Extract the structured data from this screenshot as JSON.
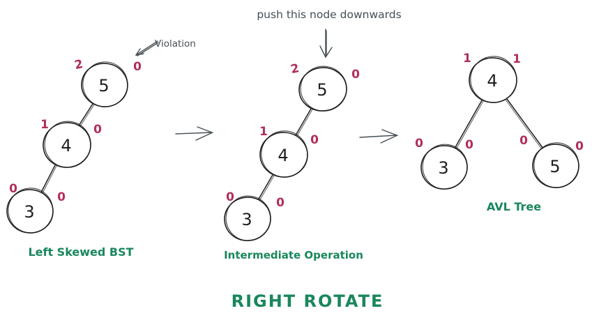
{
  "diagram": {
    "title": "RIGHT ROTATE",
    "annotations": {
      "push_down": "push this node downwards",
      "violation": "Violation"
    },
    "colors": {
      "node_ink": "#1f1f1f",
      "height_red": "#b02e5a",
      "label_green": "#19875c",
      "annotation_gray": "#454f55"
    },
    "trees": [
      {
        "label": "Left Skewed BST",
        "nodes": [
          {
            "value": "5",
            "left_height": "2",
            "right_height": "0"
          },
          {
            "value": "4",
            "left_height": "1",
            "right_height": "0"
          },
          {
            "value": "3",
            "left_height": "0",
            "right_height": "0"
          }
        ]
      },
      {
        "label": "Intermediate Operation",
        "nodes": [
          {
            "value": "5",
            "left_height": "2",
            "right_height": "0"
          },
          {
            "value": "4",
            "left_height": "1",
            "right_height": "0"
          },
          {
            "value": "3",
            "left_height": "0",
            "right_height": "0"
          }
        ]
      },
      {
        "label": "AVL Tree",
        "nodes": [
          {
            "value": "4",
            "left_height": "1",
            "right_height": "1"
          },
          {
            "value": "3",
            "left_height": "0",
            "right_height": "0"
          },
          {
            "value": "5",
            "left_height": "0",
            "right_height": "0"
          }
        ]
      }
    ]
  }
}
